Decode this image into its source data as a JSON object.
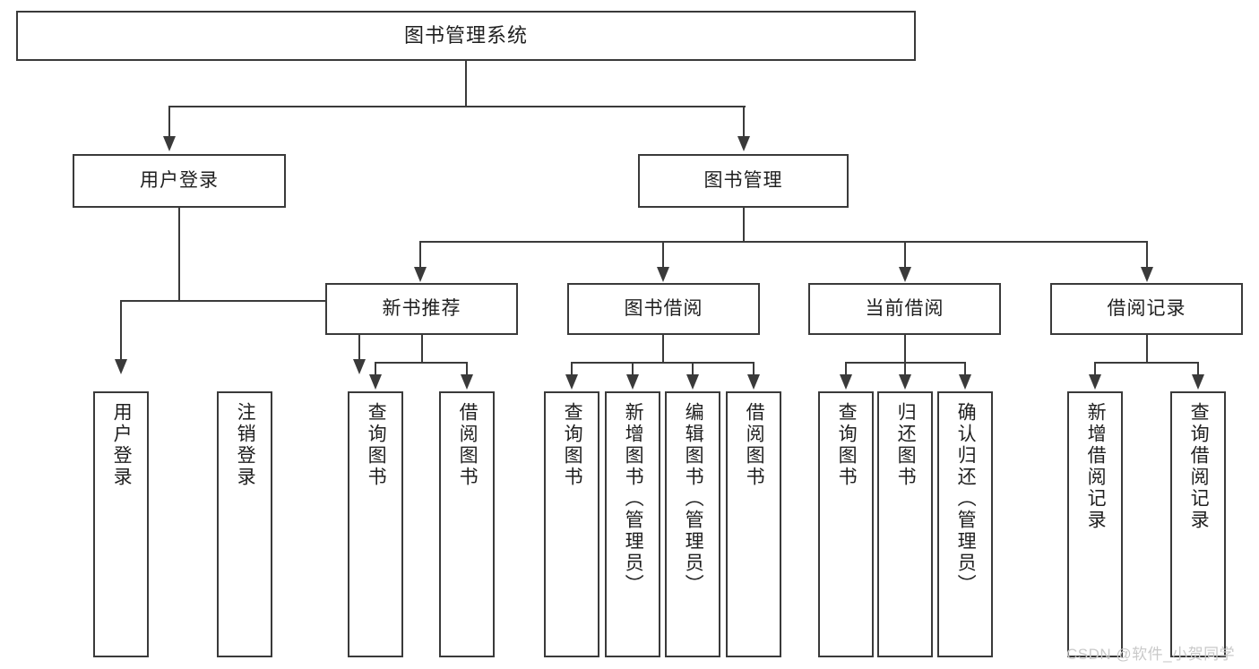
{
  "diagram": {
    "type": "tree-hierarchy-chart",
    "title": "图书管理系统",
    "background": "#ffffff",
    "line_color": "#3a3a3a",
    "text_color": "#1f1f1f",
    "levels": 4,
    "nodes": {
      "root": "图书管理系统",
      "l2": [
        "用户登录",
        "图书管理"
      ],
      "l3": [
        "新书推荐",
        "图书借阅",
        "当前借阅",
        "借阅记录"
      ],
      "leaves": {
        "user_login": [
          "用户登录",
          "注销登录"
        ],
        "new_book": [
          "查询图书",
          "借阅图书"
        ],
        "book_borrow": [
          "查询图书",
          "新增图书（管理员）",
          "编辑图书（管理员）",
          "借阅图书"
        ],
        "current_borrow": [
          "查询图书",
          "归还图书",
          "确认归还（管理员）"
        ],
        "borrow_record": [
          "新增借阅记录",
          "查询借阅记录"
        ]
      }
    },
    "edges": [
      {
        "from": "图书管理系统",
        "to": "用户登录"
      },
      {
        "from": "图书管理系统",
        "to": "图书管理"
      },
      {
        "from": "用户登录",
        "to": "用户登录"
      },
      {
        "from": "用户登录",
        "to": "注销登录"
      },
      {
        "from": "图书管理",
        "to": "新书推荐"
      },
      {
        "from": "图书管理",
        "to": "图书借阅"
      },
      {
        "from": "图书管理",
        "to": "当前借阅"
      },
      {
        "from": "图书管理",
        "to": "借阅记录"
      },
      {
        "from": "新书推荐",
        "to": "查询图书"
      },
      {
        "from": "新书推荐",
        "to": "借阅图书"
      },
      {
        "from": "图书借阅",
        "to": "查询图书"
      },
      {
        "from": "图书借阅",
        "to": "新增图书（管理员）"
      },
      {
        "from": "图书借阅",
        "to": "编辑图书（管理员）"
      },
      {
        "from": "图书借阅",
        "to": "借阅图书"
      },
      {
        "from": "当前借阅",
        "to": "查询图书"
      },
      {
        "from": "当前借阅",
        "to": "归还图书"
      },
      {
        "from": "当前借阅",
        "to": "确认归还（管理员）"
      },
      {
        "from": "借阅记录",
        "to": "新增借阅记录"
      },
      {
        "from": "借阅记录",
        "to": "查询借阅记录"
      }
    ]
  },
  "watermark": {
    "text": "CSDN @软件_小贺同学"
  }
}
